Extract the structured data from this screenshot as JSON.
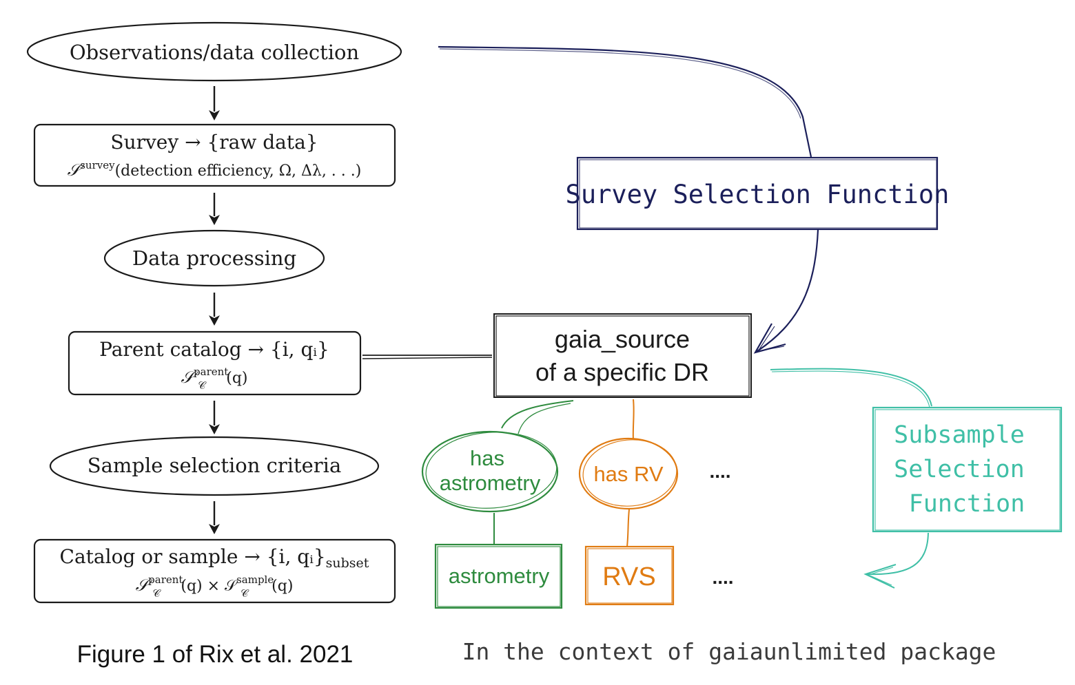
{
  "left_flowchart": {
    "step1": "Observations/data collection",
    "step2_title": "Survey → {raw data}",
    "step2_sub_symbol": "𝒮",
    "step2_sub_sup": "survey",
    "step2_sub_args": "(detection efficiency, Ω, Δλ, . . .)",
    "step3": "Data processing",
    "step4_title": "Parent catalog → {i, qᵢ}",
    "step4_sub_symbol": "𝒮",
    "step4_sub_sup": "parent",
    "step4_sub_sub": "𝒞",
    "step4_sub_args": "(q)",
    "step5": "Sample selection criteria",
    "step6_title_main": "Catalog or sample → {i, qᵢ}",
    "step6_title_sub": "subset",
    "step6_sub_symbol": "𝒮",
    "step6_sub_sup1": "parent",
    "step6_sub_sub1": "𝒞",
    "step6_sub_mid": "(q) × 𝒮",
    "step6_sub_sup2": "sample",
    "step6_sub_sub2": "𝒞",
    "step6_sub_end": "(q)",
    "caption": "Figure 1 of Rix et al. 2021"
  },
  "right_diagram": {
    "survey_selection_label": "Survey Selection Function",
    "gaia_source_line1": "gaia_source",
    "gaia_source_line2": "of a specific DR",
    "has_astrometry_line1": "has",
    "has_astrometry_line2": "astrometry",
    "has_rv": "has RV",
    "ellipsis_top": "....",
    "astrometry_table": "astrometry",
    "rvs_table": "RVS",
    "ellipsis_bottom": "....",
    "subsample_line1": "Subsample",
    "subsample_line2": "Selection",
    "subsample_line3": "Function",
    "caption": "In the context of gaiaunlimited package"
  },
  "colors": {
    "ink": "#1a1a1a",
    "navy": "#1b1f5a",
    "green": "#2e8b3e",
    "orange": "#e07b12",
    "teal": "#3fbfa6"
  }
}
